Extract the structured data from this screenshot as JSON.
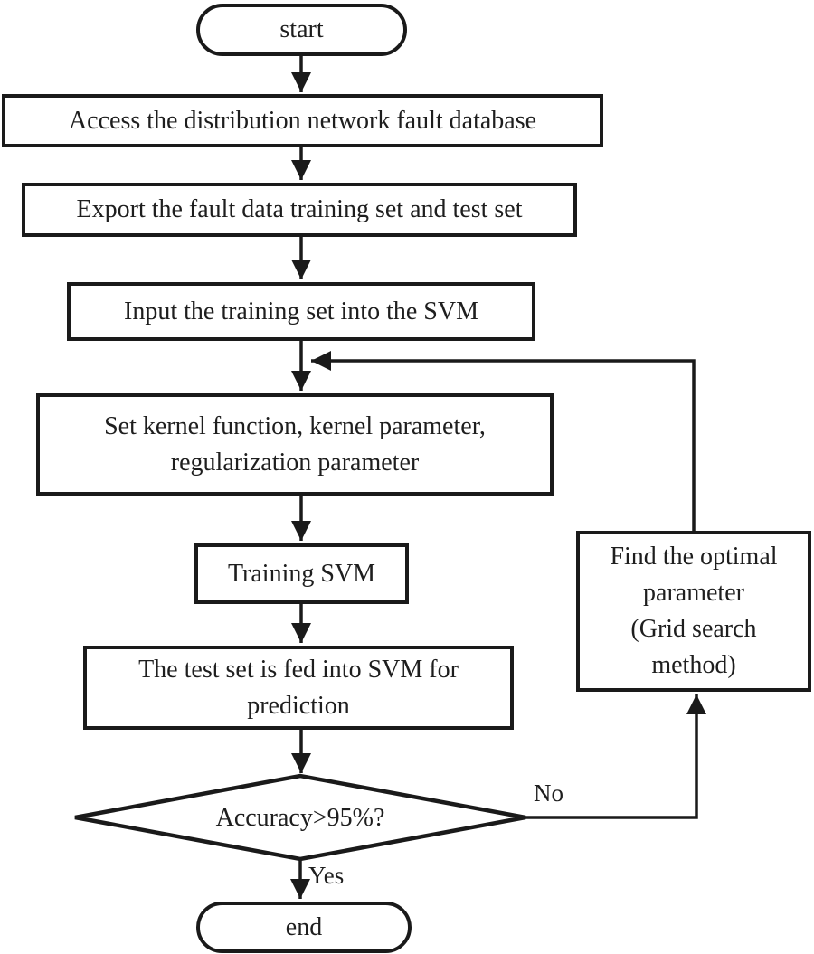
{
  "colors": {
    "background": "#ffffff",
    "line": "#1a1a1a",
    "text": "#1e1e1e"
  },
  "nodes": {
    "start": "start",
    "access_db": "Access the distribution network fault database",
    "export_data": "Export the fault data training set and test set",
    "input_training": "Input the training set into the SVM",
    "set_kernel": "Set kernel function, kernel parameter,\nregularization parameter",
    "training_svm": "Training SVM",
    "test_prediction": "The test set is fed into SVM for\nprediction",
    "accuracy_check": "Accuracy>95%?",
    "find_optimal": "Find the optimal\nparameter\n(Grid search\nmethod)",
    "end": "end"
  },
  "edge_labels": {
    "no": "No",
    "yes": "Yes"
  }
}
